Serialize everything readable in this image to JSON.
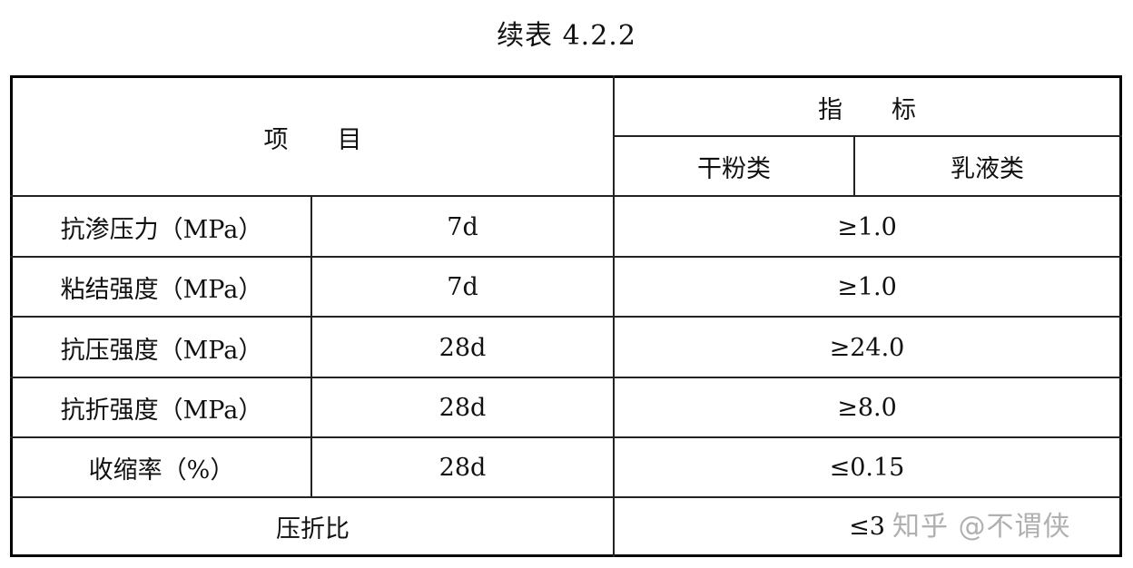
{
  "title": "续表 4.2.2",
  "header": {
    "item": "项　　目",
    "indicator": "指　　标",
    "dry_powder": "干粉类",
    "emulsion": "乳液类"
  },
  "rows": [
    {
      "item": "抗渗压力（MPa）",
      "age": "7d",
      "value": "≥1.0"
    },
    {
      "item": "粘结强度（MPa）",
      "age": "7d",
      "value": "≥1.0"
    },
    {
      "item": "抗压强度（MPa）",
      "age": "28d",
      "value": "≥24.0"
    },
    {
      "item": "抗折强度（MPa）",
      "age": "28d",
      "value": "≥8.0"
    },
    {
      "item": "收缩率（%）",
      "age": "28d",
      "value": "≤0.15"
    }
  ],
  "last_row": {
    "item": "压折比",
    "value": "≤3"
  },
  "watermark": "知乎 @不谓侠"
}
